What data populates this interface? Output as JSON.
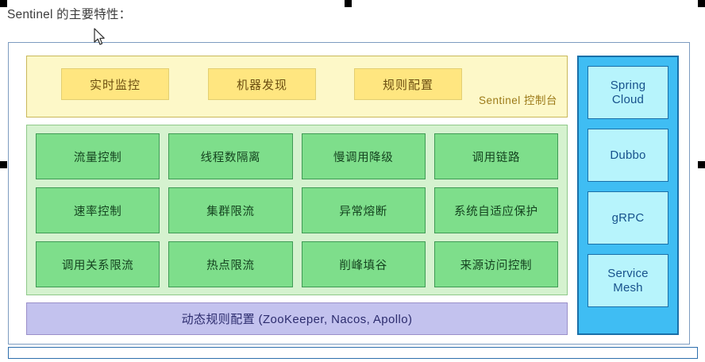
{
  "caption": "Sentinel 的主要特性：",
  "diagram": {
    "console_panel": {
      "label": "Sentinel 控制台",
      "chips": [
        "实时监控",
        "机器发现",
        "规则配置"
      ]
    },
    "core_panel": {
      "chips": [
        "流量控制",
        "线程数隔离",
        "慢调用降级",
        "调用链路",
        "速率控制",
        "集群限流",
        "异常熔断",
        "系统自适应保护",
        "调用关系限流",
        "热点限流",
        "削峰填谷",
        "来源访问控制"
      ]
    },
    "rules_bar": {
      "label": "动态规则配置 (ZooKeeper, Nacos, Apollo)"
    },
    "adapter_panel": {
      "chips": [
        "Spring\nCloud",
        "Dubbo",
        "gRPC",
        "Service\nMesh"
      ]
    }
  },
  "colors": {
    "console_bg": "#fdf8c8",
    "console_border": "#c9b85a",
    "chip_yellow_bg": "#ffe680",
    "core_bg": "#d5f2cf",
    "core_border": "#8fc98a",
    "chip_green_bg": "#7ede8b",
    "rules_bg": "#c3c2ee",
    "rules_border": "#9b8fc9",
    "adapter_bg": "#3fbdf3",
    "adapter_border": "#1a6fa8",
    "chip_blue_bg": "#b7f4fc",
    "frame_border": "#7d9cc0",
    "selection_border": "#2e6fad",
    "handle": "#000000"
  },
  "selection": {
    "handles": [
      "top-left",
      "top-center",
      "top-right",
      "middle-left",
      "middle-right"
    ]
  }
}
